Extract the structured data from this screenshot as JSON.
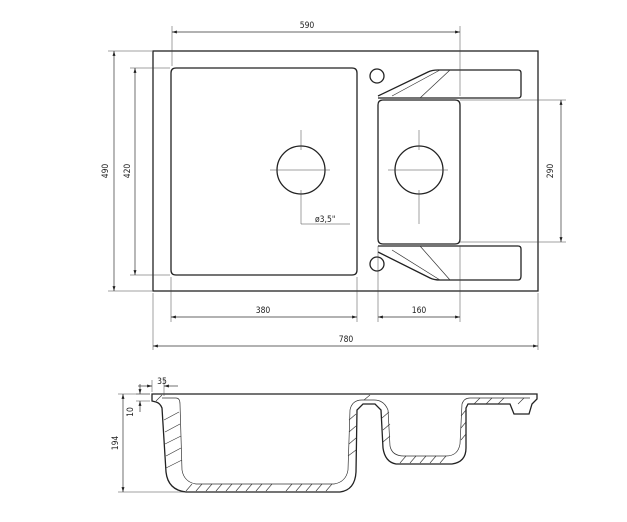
{
  "top_view": {
    "dim_overall_width": "780",
    "dim_overall_depth": "490",
    "dim_bowl_depth": "420",
    "dim_small_bowl_depth": "290",
    "dim_bowl_span": "590",
    "dim_large_bowl_width": "380",
    "dim_small_bowl_width": "160",
    "drain_label": "ø3,5\""
  },
  "section_view": {
    "dim_flange": "35",
    "dim_rim": "10",
    "dim_height": "194"
  }
}
